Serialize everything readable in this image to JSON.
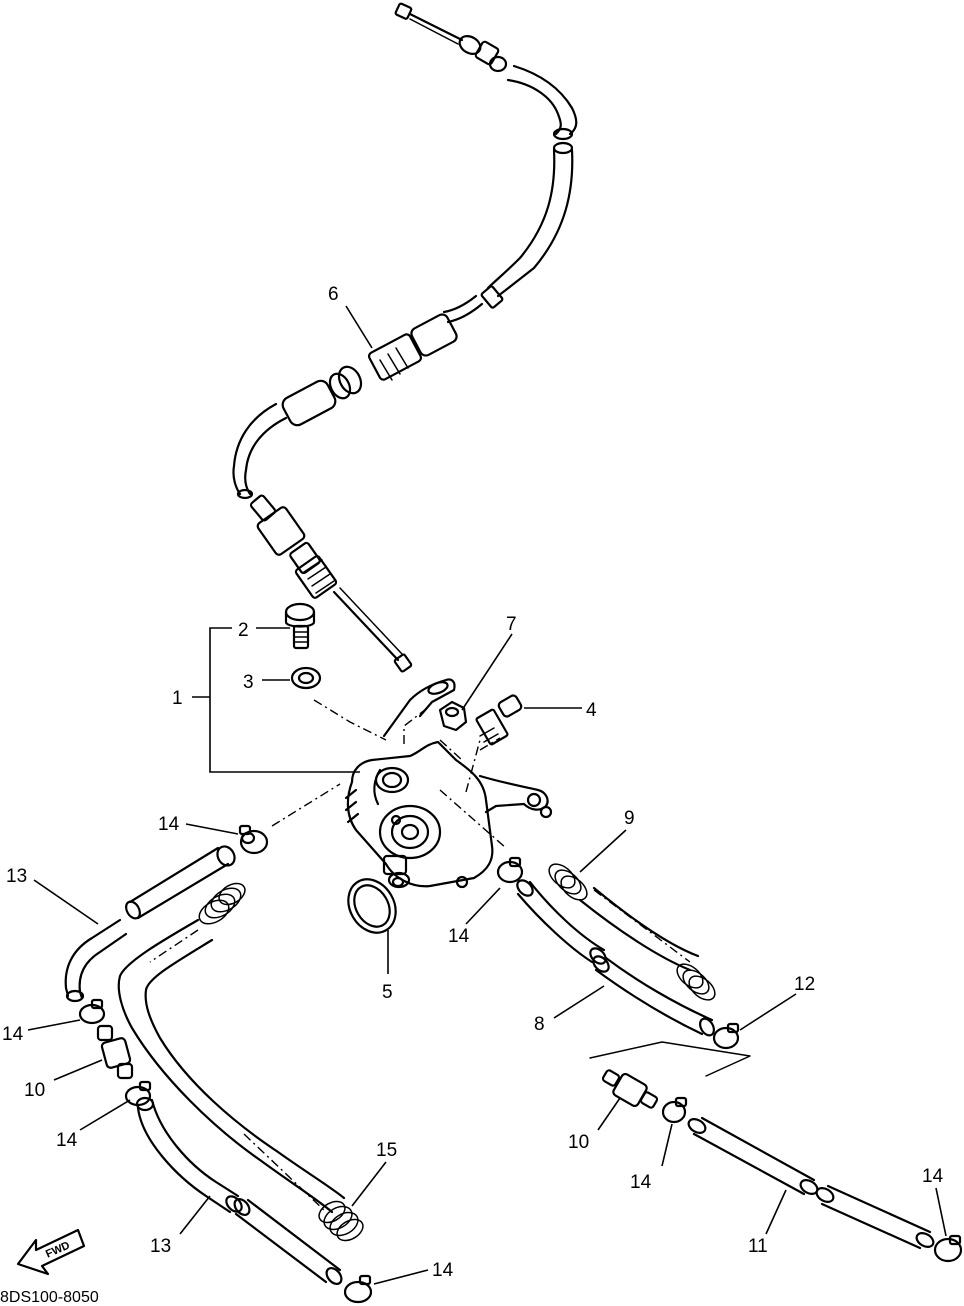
{
  "diagram": {
    "drawing_code": "8DS100-8050",
    "direction_label": "FWD",
    "callouts": [
      "1",
      "2",
      "3",
      "4",
      "5",
      "6",
      "7",
      "8",
      "9",
      "10",
      "10",
      "11",
      "12",
      "13",
      "13",
      "14",
      "14",
      "14",
      "14",
      "14",
      "14",
      "14",
      "15"
    ]
  }
}
